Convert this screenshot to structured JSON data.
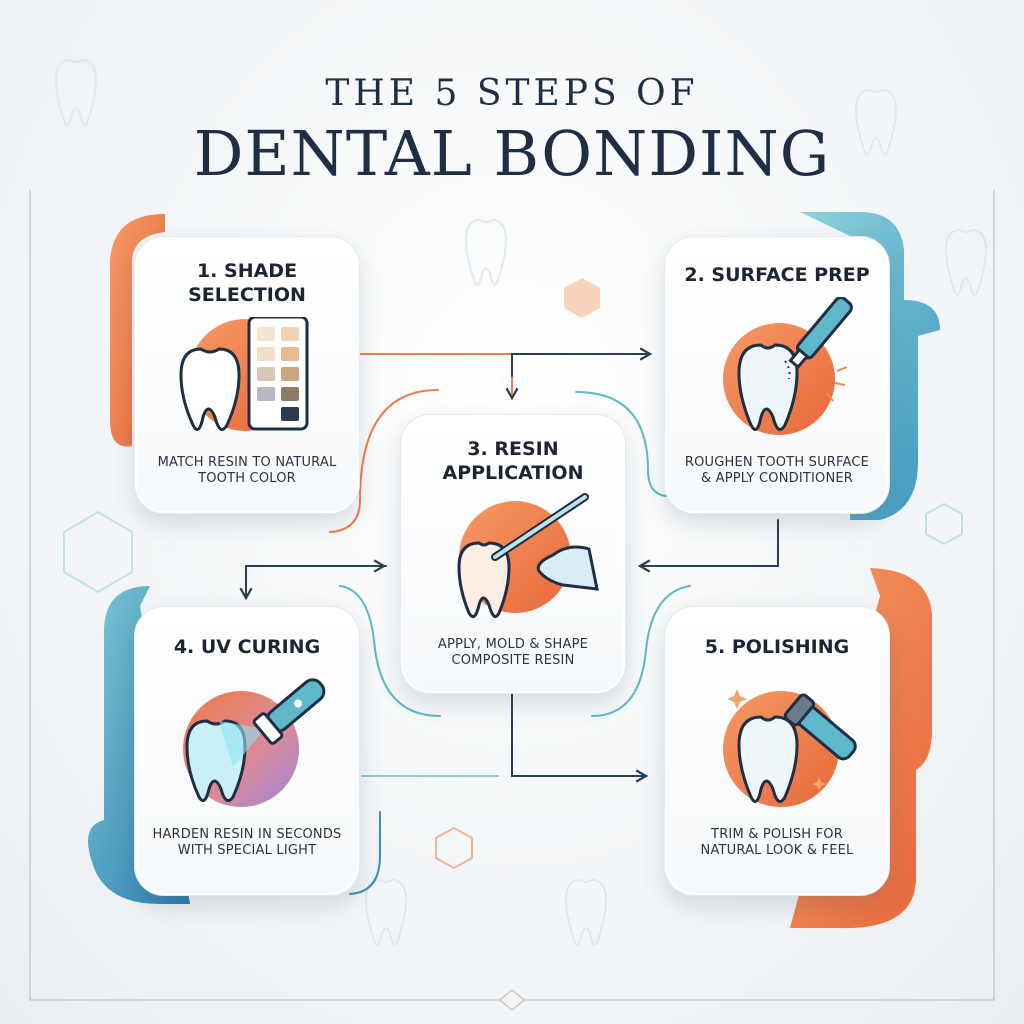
{
  "title": {
    "line1": "THE 5 STEPS OF",
    "line2": "DENTAL BONDING"
  },
  "colors": {
    "navy": "#1e2f45",
    "orange": "#ef7d4b",
    "teal": "#5fb8c9",
    "blue": "#3a8fb5",
    "connector_dark": "#2a3f55"
  },
  "steps": [
    {
      "title": "1. SHADE SELECTION",
      "description": "MATCH RESIN TO NATURAL TOOTH COLOR",
      "icon": "tooth-shade-guide-icon"
    },
    {
      "title": "2. SURFACE PREP",
      "description": "ROUGHEN TOOTH SURFACE & APPLY CONDITIONER",
      "icon": "tooth-etching-tool-icon"
    },
    {
      "title": "3. RESIN APPLICATION",
      "description": "APPLY, MOLD & SHAPE COMPOSITE RESIN",
      "icon": "hand-applying-resin-icon"
    },
    {
      "title": "4. UV CURING",
      "description": "HARDEN RESIN IN SECONDS WITH SPECIAL LIGHT",
      "icon": "uv-curing-light-icon"
    },
    {
      "title": "5. POLISHING",
      "description": "TRIM & POLISH FOR NATURAL LOOK & FEEL",
      "icon": "polishing-drill-icon"
    }
  ]
}
